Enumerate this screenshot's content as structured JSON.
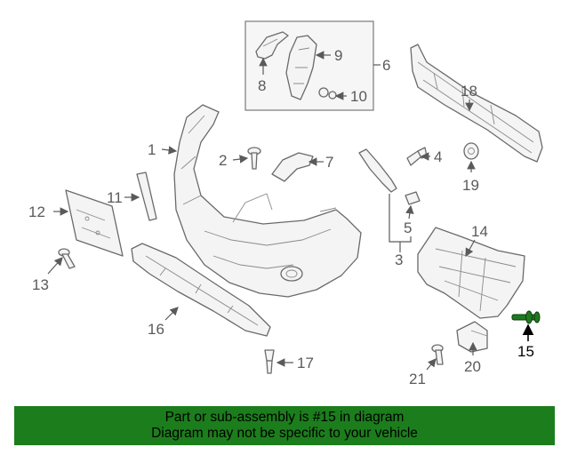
{
  "callouts": {
    "c1": "1",
    "c2": "2",
    "c3": "3",
    "c4": "4",
    "c5": "5",
    "c6": "6",
    "c7": "7",
    "c8": "8",
    "c9": "9",
    "c10": "10",
    "c11": "11",
    "c12": "12",
    "c13": "13",
    "c14": "14",
    "c15": "15",
    "c16": "16",
    "c17": "17",
    "c18": "18",
    "c19": "19",
    "c20": "20",
    "c21": "21"
  },
  "highlight": {
    "part_number": "15",
    "color": "#1c7d1c"
  },
  "banner": {
    "line1": "Part or sub-assembly is #15 in diagram",
    "line2": "Diagram may not be specific to your vehicle"
  }
}
